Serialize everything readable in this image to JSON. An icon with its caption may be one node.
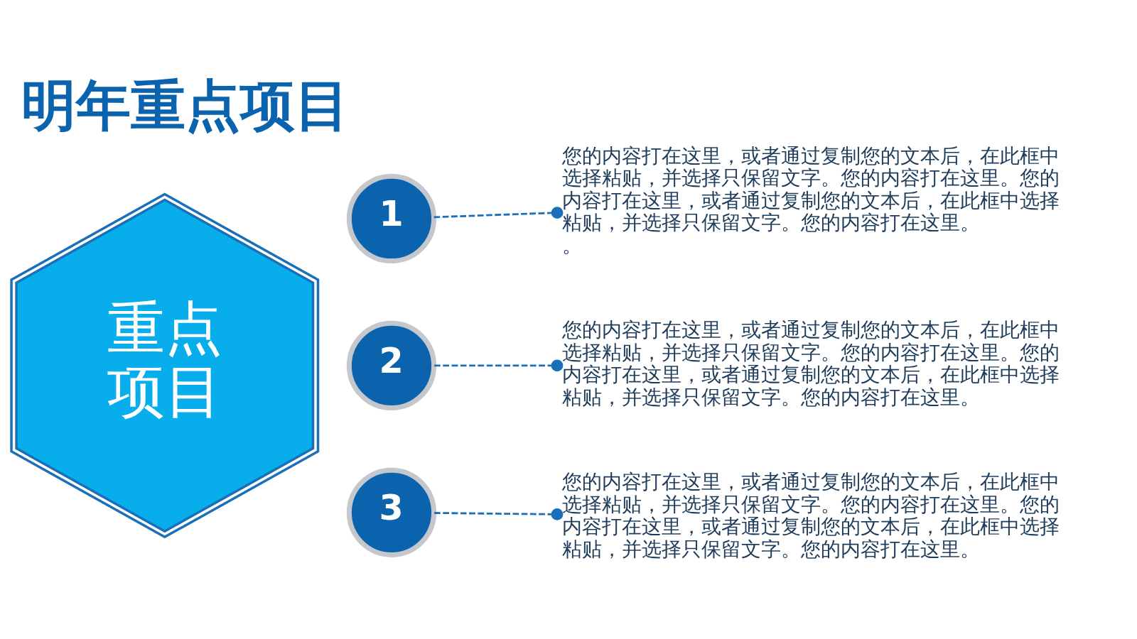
{
  "diagram": {
    "title": "明年重点项目",
    "nodes": [
      {
        "text": [
          "重点项目"
        ]
      },
      {
        "text": [
          "1"
        ]
      },
      {
        "text": [
          "2"
        ]
      },
      {
        "text": [
          "3"
        ]
      },
      {
        "text": [
          "您的内容打在这里，或者通过复制您的文本后，在此框中选择粘贴，并选择只保留文字。您的内容打在这里。您的内容打在这里，或者通过复制您的文本后，在此框中选择粘贴，并选择只保留文字。您的内容打在这里。",
          "。"
        ]
      },
      {
        "text": [
          "您的内容打在这里，或者通过复制您的文本后，在此框中选择粘贴，并选择只保留文字。您的内容打在这里。您的内容打在这里，或者通过复制您的文本后，在此框中选择粘贴，并选择只保留文字。您的内容打在这里。"
        ]
      },
      {
        "text": [
          "您的内容打在这里，或者通过复制您的文本后，在此框中选择粘贴，并选择只保留文字。您的内容打在这里。您的内容打在这里，或者通过复制您的文本后，在此框中选择粘贴，并选择只保留文字。您的内容打在这里。"
        ]
      }
    ],
    "edges": [
      {
        "from": 1,
        "to": 4,
        "arrow": "other",
        "style": "dashed"
      },
      {
        "from": 2,
        "to": 5,
        "arrow": "other",
        "style": "dashed"
      },
      {
        "from": 3,
        "to": 6,
        "arrow": "other",
        "style": "dashed"
      }
    ]
  }
}
